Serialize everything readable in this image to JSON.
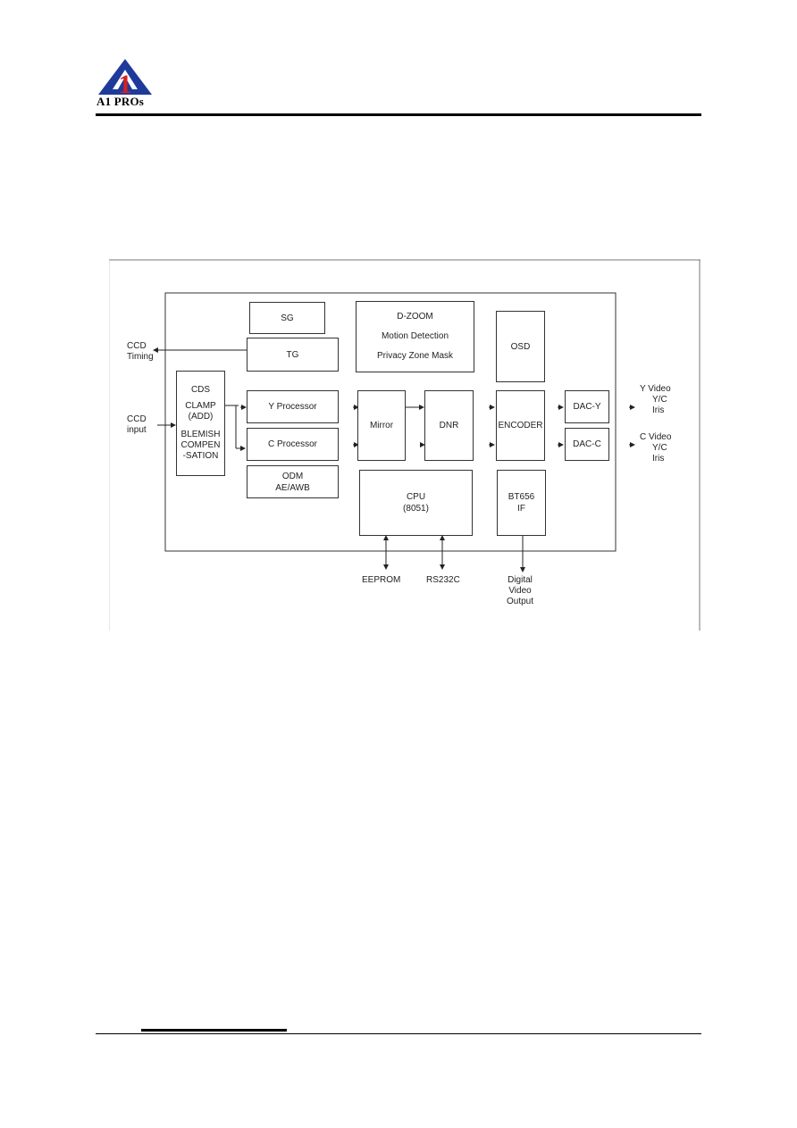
{
  "header": {
    "logo_text": "A1 PROs",
    "logo_mark": "1"
  },
  "diagram": {
    "blocks": {
      "sg": "SG",
      "tg": "TG",
      "dzoom": [
        "D-ZOOM",
        "Motion Detection",
        "Privacy Zone Mask"
      ],
      "osd": "OSD",
      "cds": [
        "CDS",
        "CLAMP",
        "(ADD)",
        "",
        "BLEMISH",
        "COMPEN",
        "-SATION"
      ],
      "y_processor": "Y Processor",
      "c_processor": "C Processor",
      "odm": [
        "ODM",
        "AE/AWB"
      ],
      "mirror": "Mirror",
      "dnr": "DNR",
      "encoder": "ENCODER",
      "dac_y": "DAC-Y",
      "dac_c": "DAC-C",
      "cpu": [
        "CPU",
        "(8051)"
      ],
      "bt656": [
        "BT656",
        "IF"
      ]
    },
    "labels": {
      "ccd_timing": [
        "CCD",
        "Timing"
      ],
      "ccd_input": [
        "CCD",
        "input"
      ],
      "out_y": [
        "Y Video",
        "Y/C",
        "Iris"
      ],
      "out_c": [
        "C Video",
        "Y/C",
        "Iris"
      ],
      "eeprom": "EEPROM",
      "rs232c": "RS232C",
      "digital_video": [
        "Digital",
        "Video",
        "Output"
      ]
    }
  }
}
